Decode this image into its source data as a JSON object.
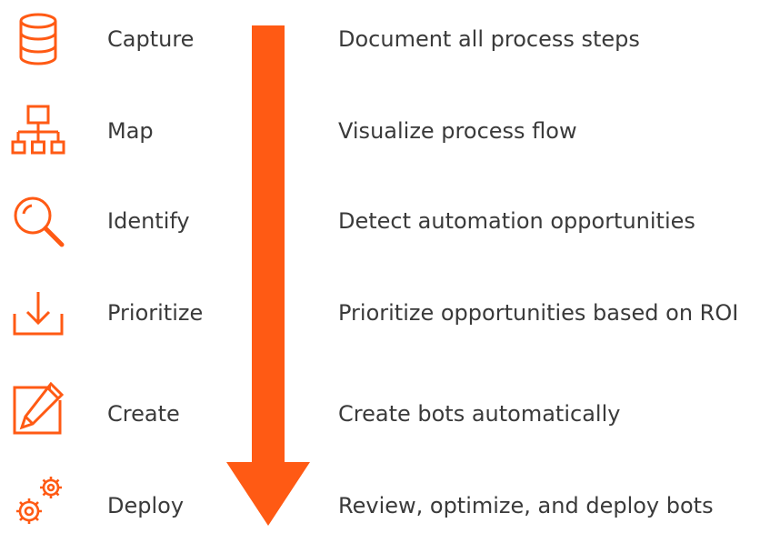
{
  "accent_color": "#ff5a14",
  "steps": [
    {
      "label": "Capture",
      "description": "Document all process steps",
      "icon": "database-icon"
    },
    {
      "label": "Map",
      "description": "Visualize process flow",
      "icon": "org-chart-icon"
    },
    {
      "label": "Identify",
      "description": "Detect automation opportunities",
      "icon": "magnifier-icon"
    },
    {
      "label": "Prioritize",
      "description": "Prioritize opportunities based on ROI",
      "icon": "download-icon"
    },
    {
      "label": "Create",
      "description": "Create bots automatically",
      "icon": "edit-icon"
    },
    {
      "label": "Deploy",
      "description": "Review, optimize, and deploy bots",
      "icon": "gears-icon"
    }
  ]
}
